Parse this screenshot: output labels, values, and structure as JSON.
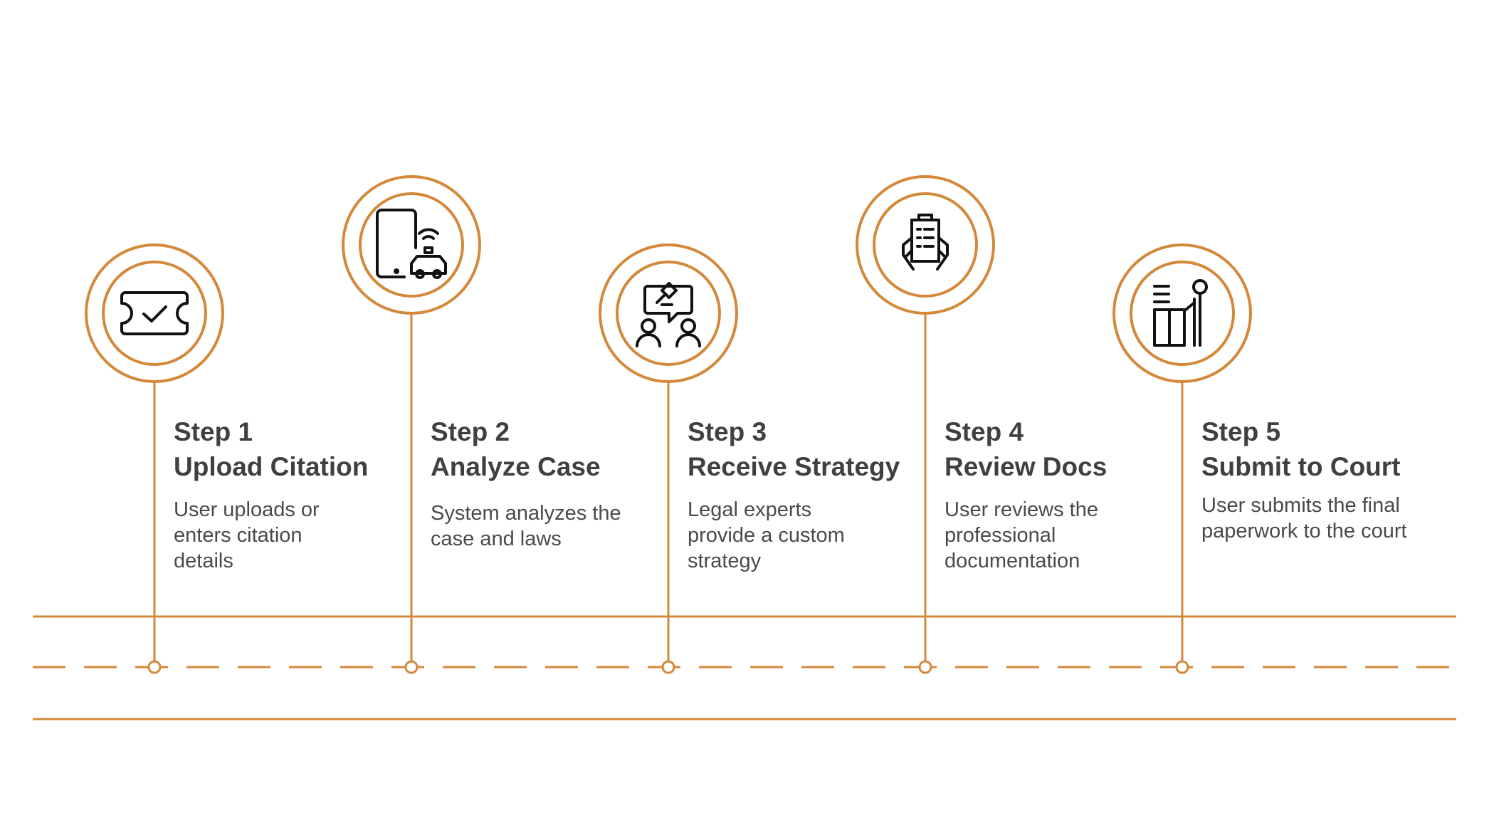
{
  "accent_color": "#D4883A",
  "steps": [
    {
      "number": "Step 1",
      "title": "Upload Citation",
      "desc_lines": [
        "User uploads or",
        "enters citation",
        "details"
      ],
      "icon": "ticket-check-icon"
    },
    {
      "number": "Step 2",
      "title": "Analyze Case",
      "desc_lines": [
        "System analyzes the",
        "case and laws"
      ],
      "icon": "phone-car-icon"
    },
    {
      "number": "Step 3",
      "title": "Receive Strategy",
      "desc_lines": [
        "Legal experts",
        "provide a custom",
        "strategy"
      ],
      "icon": "gavel-discussion-icon"
    },
    {
      "number": "Step 4",
      "title": "Review Docs",
      "desc_lines": [
        "User reviews the",
        "professional",
        "documentation"
      ],
      "icon": "hands-document-icon"
    },
    {
      "number": "Step 5",
      "title": "Submit to Court",
      "desc_lines": [
        "User submits the final",
        "paperwork to the court"
      ],
      "icon": "person-desk-icon"
    }
  ]
}
